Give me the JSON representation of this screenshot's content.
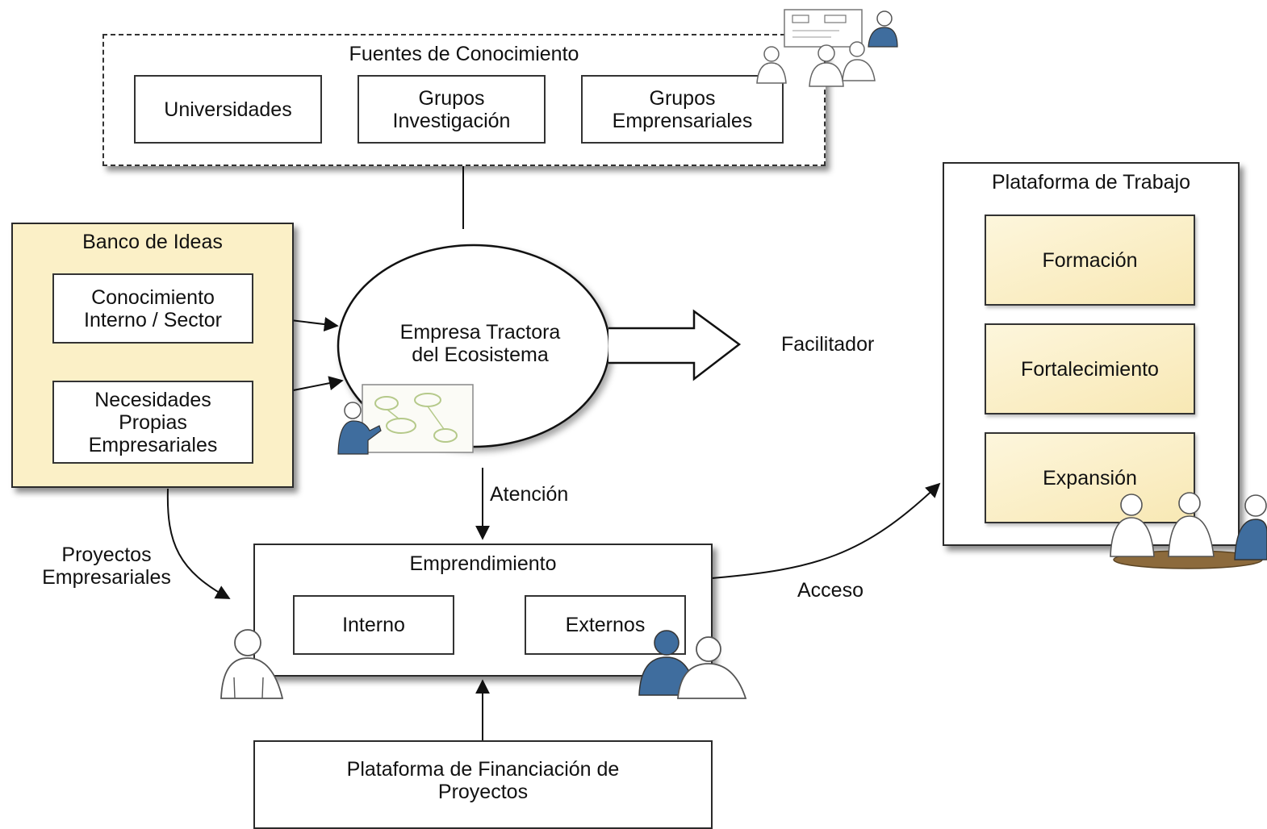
{
  "fuentes": {
    "title": "Fuentes de Conocimiento",
    "items": [
      "Universidades",
      "Grupos\nInvestigación",
      "Grupos\nEmprensariales"
    ]
  },
  "banco": {
    "title": "Banco de Ideas",
    "items": [
      "Conocimiento\nInterno / Sector",
      "Necesidades\nPropias\nEmpresariales"
    ]
  },
  "empresa": {
    "label": "Empresa Tractora\ndel Ecosistema"
  },
  "plataforma_trabajo": {
    "title": "Plataforma de Trabajo",
    "items": [
      "Formación",
      "Fortalecimiento",
      "Expansión"
    ]
  },
  "emprendimiento": {
    "title": "Emprendimiento",
    "items": [
      "Interno",
      "Externos"
    ]
  },
  "financiacion": {
    "label": "Plataforma de Financiación de\nProyectos"
  },
  "labels": {
    "facilitador": "Facilitador",
    "atencion": "Atención",
    "acceso": "Acceso",
    "proyectos": "Proyectos\nEmpresariales"
  },
  "colors": {
    "panel_yellow": "#fbf0c7",
    "figure_blue": "#3f6d9e",
    "line": "#111111"
  }
}
